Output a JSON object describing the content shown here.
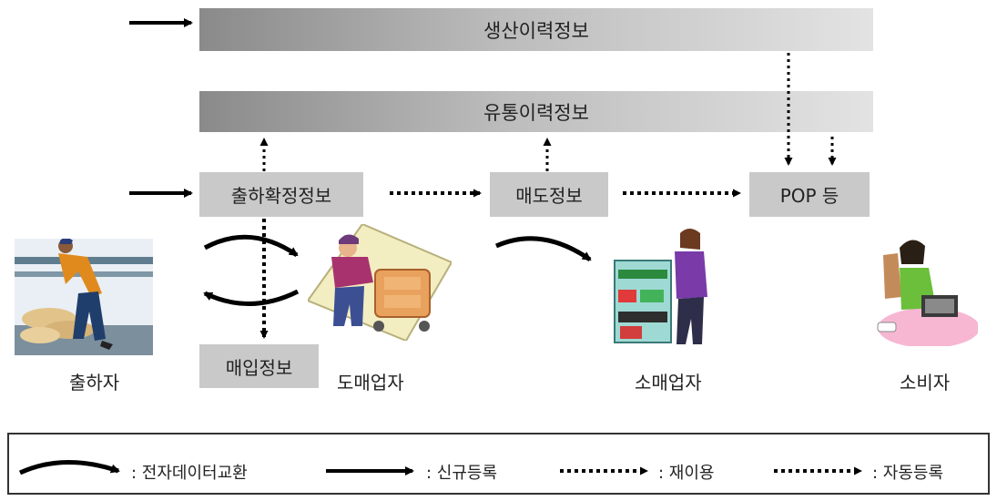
{
  "bars": {
    "production": "생산이력정보",
    "distribution": "유통이력정보"
  },
  "boxes": {
    "shipment_confirm": "출하확정정보",
    "sale": "매도정보",
    "pop": "POP 등",
    "purchase": "매입정보"
  },
  "actors": {
    "shipper": "출하자",
    "wholesaler": "도매업자",
    "retailer": "소매업자",
    "consumer": "소비자"
  },
  "legend": {
    "edi": ": 전자데이터교환",
    "new_registration": ": 신규등록",
    "reuse": ": 재이용",
    "auto_registration": ": 자동등록"
  },
  "colors": {
    "bar_dark": "#8a8a8a",
    "bar_light": "#e3e3e3",
    "box_fill": "#c9c9c9",
    "arrow": "#000000"
  }
}
